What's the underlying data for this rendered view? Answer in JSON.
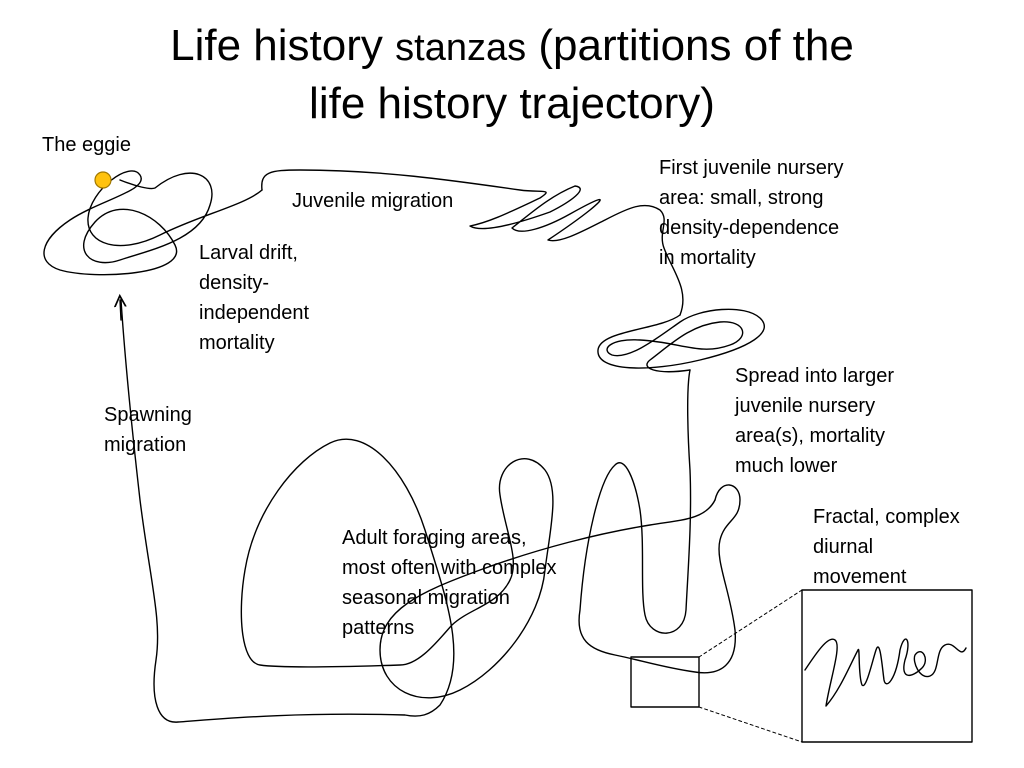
{
  "title": {
    "line1_a": "Life history",
    "line1_b": "stanzas",
    "line1_c": "(partitions of the",
    "line2": "life history trajectory)"
  },
  "labels": {
    "eggie": "The eggie",
    "juvenile_migration": "Juvenile migration",
    "first_nursery": "First juvenile nursery\narea: small, strong\ndensity-dependence\nin mortality",
    "larval_drift": "Larval drift,\ndensity-\nindependent\nmortality",
    "spawning_migration": "Spawning\nmigration",
    "spread_nursery": "Spread into larger\njuvenile nursery\narea(s), mortality\nmuch lower",
    "fractal": "Fractal, complex\ndiurnal\nmovement",
    "adult_foraging": "Adult foraging areas,\nmost often with complex\nseasonal migration\npatterns"
  },
  "colors": {
    "egg_fill": "#ffc20e",
    "egg_stroke": "#a07800",
    "line": "#000000"
  }
}
